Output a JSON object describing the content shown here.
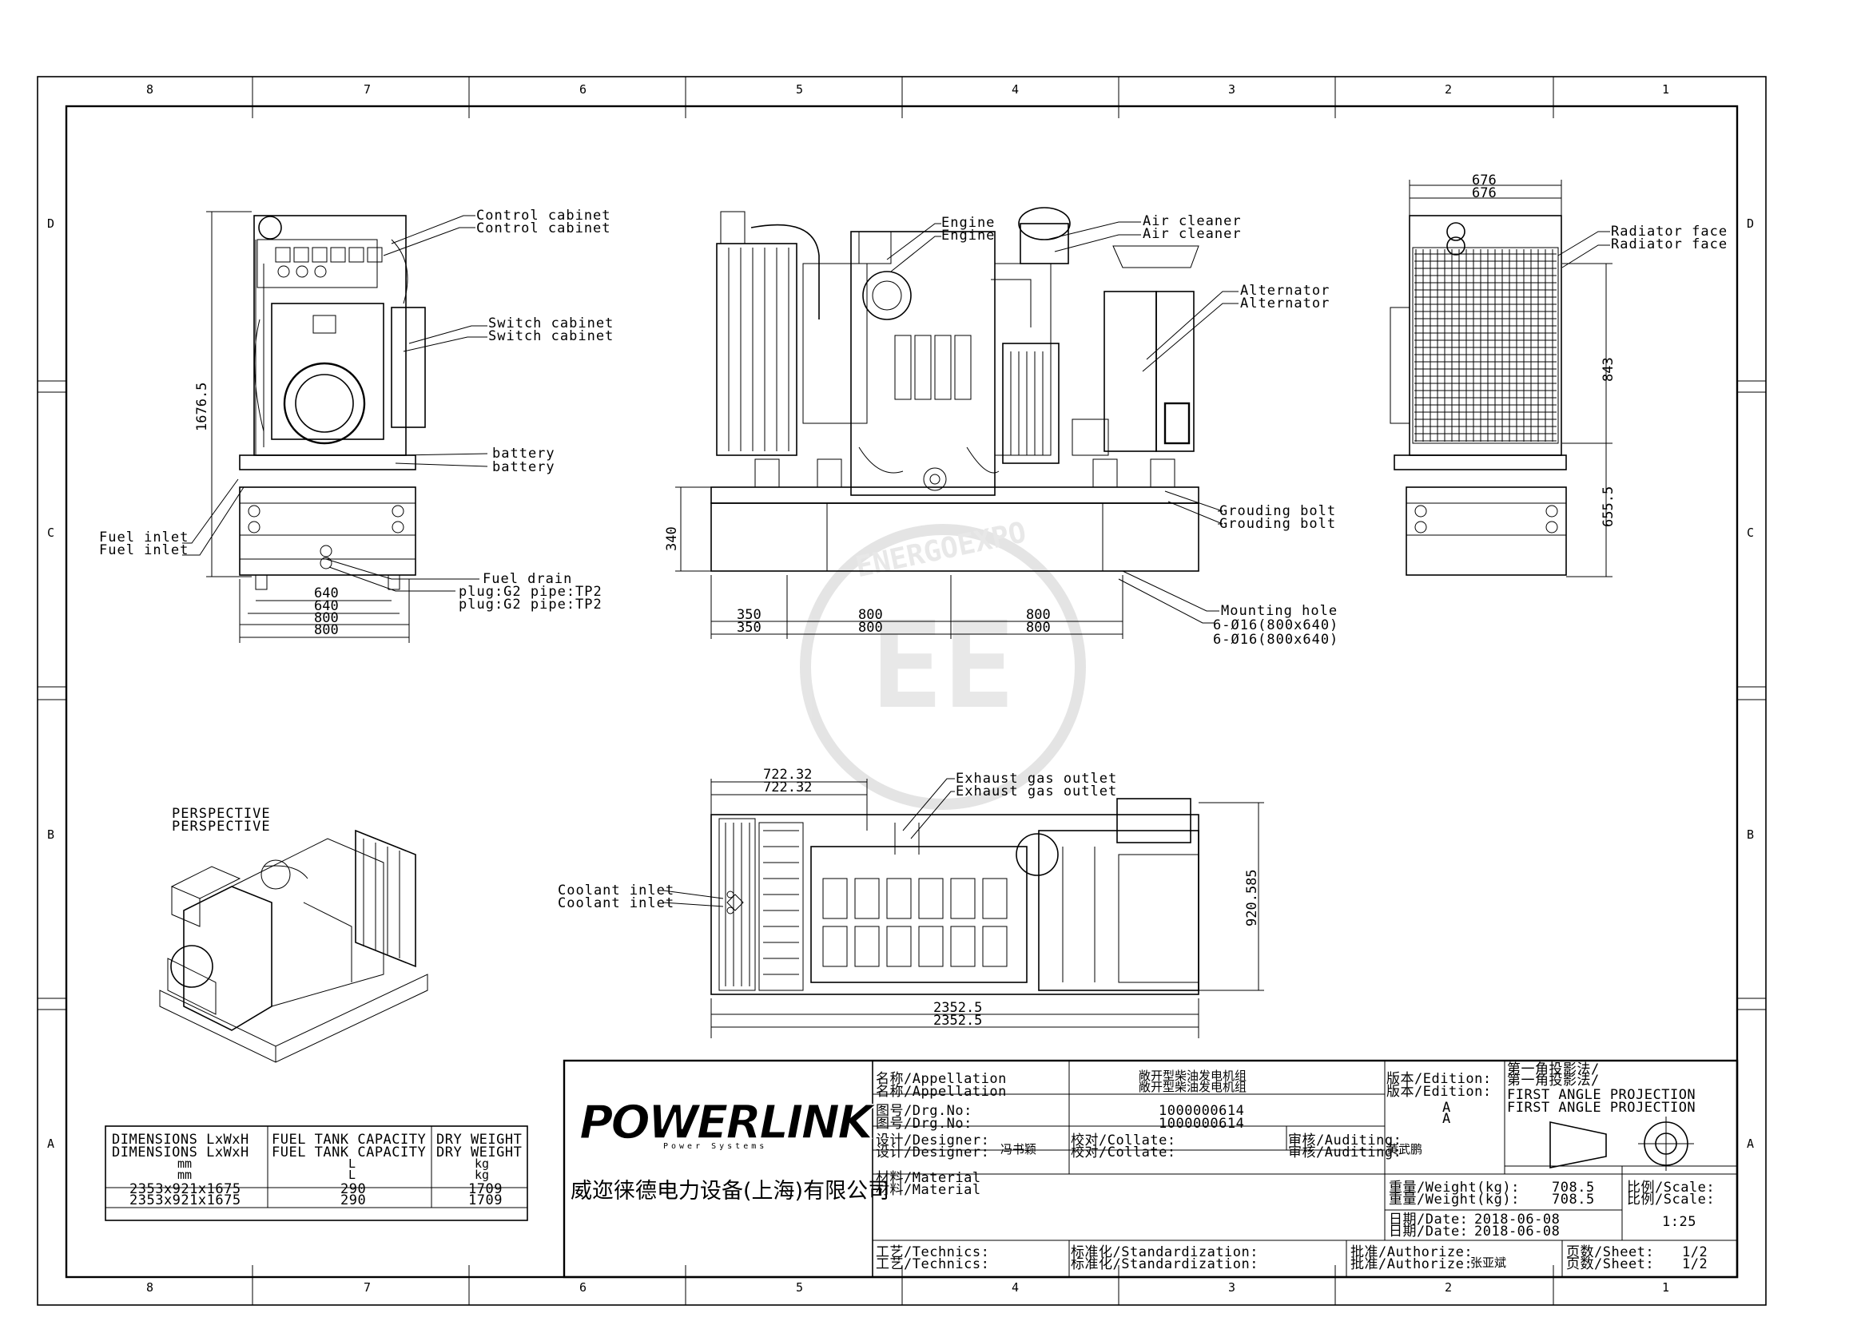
{
  "zones": {
    "columns": [
      "8",
      "7",
      "6",
      "5",
      "4",
      "3",
      "2",
      "1"
    ],
    "rows": [
      "D",
      "C",
      "B",
      "A"
    ]
  },
  "labels": {
    "control_cabinet": "Control cabinet",
    "switch_cabinet": "Switch cabinet",
    "battery": "battery",
    "fuel_inlet": "Fuel inlet",
    "fuel_drain_1": "Fuel drain",
    "fuel_drain_2": "plug:G2  pipe:TP2",
    "engine": "Engine",
    "air_cleaner": "Air cleaner",
    "alternator": "Alternator",
    "grouding_bolt": "Grouding bolt",
    "mounting_hole_1": "Mounting hole",
    "mounting_hole_2": "6-Ø16(800x640)",
    "radiator_face": "Radiator face",
    "exhaust_gas_outlet": "Exhaust gas outlet",
    "coolant_inlet": "Coolant inlet",
    "perspective": "PERSPECTIVE"
  },
  "dimensions": {
    "front_height": "1676.5",
    "front_w_640": "640",
    "front_w_800": "800",
    "side_h_340": "340",
    "side_350": "350",
    "side_800a": "800",
    "side_800b": "800",
    "right_676": "676",
    "right_843": "843",
    "right_655": "655.5",
    "top_722": "722.32",
    "top_2352": "2352.5",
    "top_920": "920.585"
  },
  "watermark": {
    "text": "ENERGOEXPO",
    "mark": "EE"
  },
  "spec_table": {
    "headers": [
      "DIMENSIONS  LxWxH",
      "FUEL TANK CAPACITY",
      "DRY WEIGHT"
    ],
    "units": [
      "mm",
      "L",
      "kg"
    ],
    "values": [
      "2353x921x1675",
      "290",
      "1709"
    ]
  },
  "title_block": {
    "brand": "POWERLINK",
    "brand_sub": "Power Systems",
    "company": "威迩徕德电力设备(上海)有限公司",
    "appellation_label": "名称/Appellation",
    "appellation_value": "敞开型柴油发电机组",
    "drg_label": "图号/Drg.No:",
    "drg_value": "1000000614",
    "designer_label": "设计/Designer:",
    "designer_value": "冯书颖",
    "collate_label": "校对/Collate:",
    "auditing_label": "审核/Auditing:",
    "auditing_value": "黄武鹏",
    "material_label": "材料/Material",
    "edition_label": "版本/Edition:",
    "edition_value": "A",
    "projection_label": "第一角投影法/",
    "projection_value": "FIRST ANGLE PROJECTION",
    "weight_label": "重量/Weight(kg):",
    "weight_value": "708.5",
    "scale_label": "比例/Scale:",
    "scale_value": "1:25",
    "date_label": "日期/Date:",
    "date_value": "2018-06-08",
    "technics_label": "工艺/Technics:",
    "standard_label": "标准化/Standardization:",
    "authorize_label": "批准/Authorize:",
    "authorize_value": "张亚斌",
    "sheet_label": "页数/Sheet:",
    "sheet_value": "1/2"
  }
}
